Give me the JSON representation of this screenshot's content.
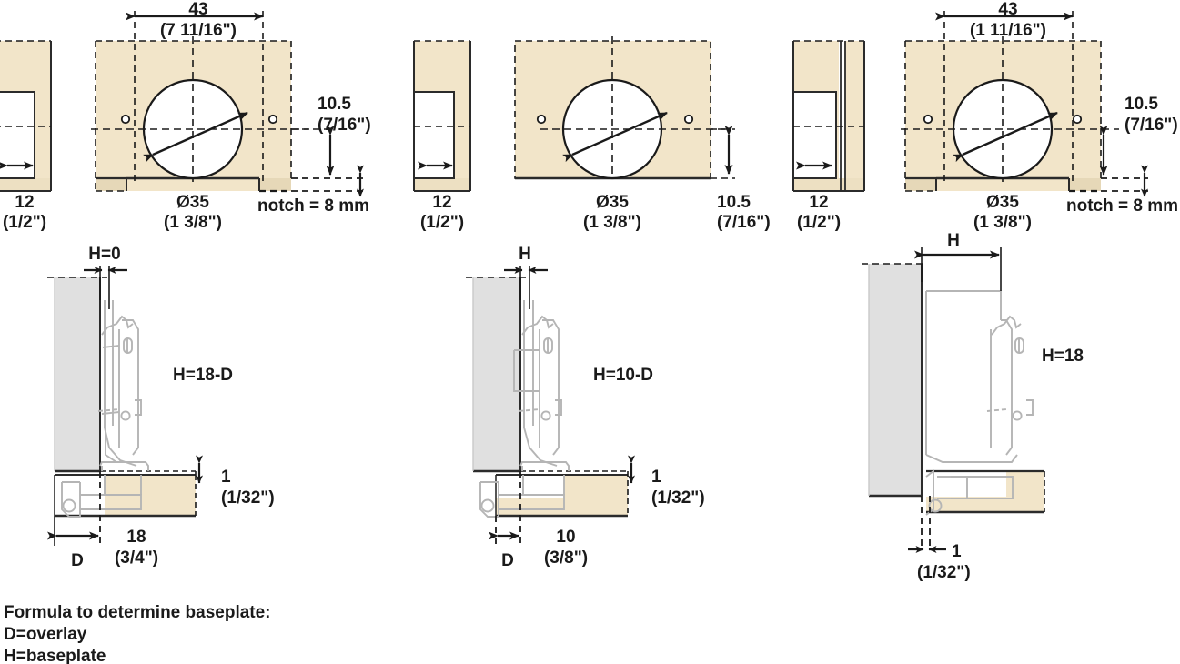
{
  "document": {
    "title": "Hinge boring pattern and baseplate selection diagram",
    "colors": {
      "wood": "#F2E5C9",
      "wood_edge": "#E8DBBE",
      "door_gray": "#E0E0E0",
      "line": "#1a1a1a",
      "hinge_line": "#b8b8b8",
      "background": "#ffffff"
    }
  },
  "top_row": [
    {
      "id": "full-overlay",
      "side_view": {
        "thickness_label": "12",
        "thickness_label_imperial": "(1/2\")",
        "has_door_strip": false
      },
      "front_view": {
        "width_dim": "43",
        "width_dim_imperial": "(7 11/16\")",
        "has_width_dim": true,
        "hole_label": "Ø35",
        "hole_label_imperial": "(1 3/8\")",
        "edge_dim": "10.5",
        "edge_dim_imperial": "(7/16\")",
        "notch_label": "notch = 8 mm",
        "has_notch": true,
        "edge_dim_position": "right-upper"
      }
    },
    {
      "id": "half-overlay",
      "side_view": {
        "thickness_label": "12",
        "thickness_label_imperial": "(1/2\")",
        "has_door_strip": false
      },
      "front_view": {
        "width_dim": "",
        "width_dim_imperial": "",
        "has_width_dim": false,
        "hole_label": "Ø35",
        "hole_label_imperial": "(1 3/8\")",
        "edge_dim": "10.5",
        "edge_dim_imperial": "(7/16\")",
        "notch_label": "",
        "has_notch": false,
        "edge_dim_position": "below-right"
      }
    },
    {
      "id": "inset",
      "side_view": {
        "thickness_label": "12",
        "thickness_label_imperial": "(1/2\")",
        "has_door_strip": true
      },
      "front_view": {
        "width_dim": "43",
        "width_dim_imperial": "(1 11/16\")",
        "has_width_dim": true,
        "hole_label": "Ø35",
        "hole_label_imperial": "(1 3/8\")",
        "edge_dim": "10.5",
        "edge_dim_imperial": "(7/16\")",
        "notch_label": "notch = 8 mm",
        "has_notch": true,
        "edge_dim_position": "right-upper"
      }
    }
  ],
  "bottom_row": [
    {
      "id": "full-overlay-section",
      "h_top_label": "H=0",
      "formula_label": "H=18-D",
      "gap_label": "1",
      "gap_label_imperial": "(1/32\")",
      "depth_label": "18",
      "depth_label_imperial": "(3/4\")",
      "overlay_label": "D",
      "has_overlay_label": true
    },
    {
      "id": "half-overlay-section",
      "h_top_label": "H",
      "formula_label": "H=10-D",
      "gap_label": "1",
      "gap_label_imperial": "(1/32\")",
      "depth_label": "10",
      "depth_label_imperial": "(3/8\")",
      "overlay_label": "D",
      "has_overlay_label": true
    },
    {
      "id": "inset-section",
      "h_top_label": "H",
      "formula_label": "H=18",
      "gap_label": "1",
      "gap_label_imperial": "(1/32\")",
      "depth_label": "",
      "depth_label_imperial": "",
      "overlay_label": "",
      "has_overlay_label": false
    }
  ],
  "footer": {
    "line1": "Formula to determine baseplate:",
    "line2": "D=overlay",
    "line3": "H=baseplate"
  }
}
